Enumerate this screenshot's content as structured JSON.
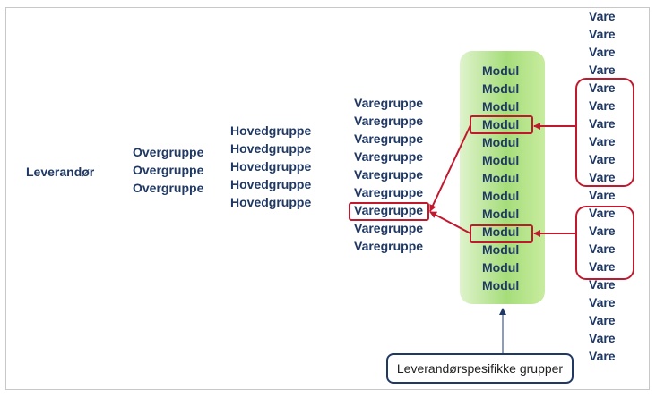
{
  "leverandor": {
    "label": "Leverandør"
  },
  "overgruppe": {
    "items": [
      "Overgruppe",
      "Overgruppe",
      "Overgruppe"
    ]
  },
  "hovedgruppe": {
    "items": [
      "Hovedgruppe",
      "Hovedgruppe",
      "Hovedgruppe",
      "Hovedgruppe",
      "Hovedgruppe"
    ]
  },
  "varegruppe": {
    "items": [
      "Varegruppe",
      "Varegruppe",
      "Varegruppe",
      "Varegruppe",
      "Varegruppe",
      "Varegruppe",
      "Varegruppe",
      "Varegruppe",
      "Varegruppe"
    ]
  },
  "modul": {
    "items": [
      "Modul",
      "Modul",
      "Modul",
      "Modul",
      "Modul",
      "Modul",
      "Modul",
      "Modul",
      "Modul",
      "Modul",
      "Modul",
      "Modul",
      "Modul"
    ]
  },
  "vare": {
    "items": [
      "Vare",
      "Vare",
      "Vare",
      "Vare",
      "Vare",
      "Vare",
      "Vare",
      "Vare",
      "Vare",
      "Vare",
      "Vare",
      "Vare",
      "Vare",
      "Vare",
      "Vare",
      "Vare",
      "Vare",
      "Vare",
      "Vare",
      "Vare"
    ]
  },
  "caption": {
    "label": "Leverandørspesifikke grupper"
  },
  "colors": {
    "text": "#1f3864",
    "highlight": "#c0192e",
    "modul_fill": "#a6dd7a"
  }
}
